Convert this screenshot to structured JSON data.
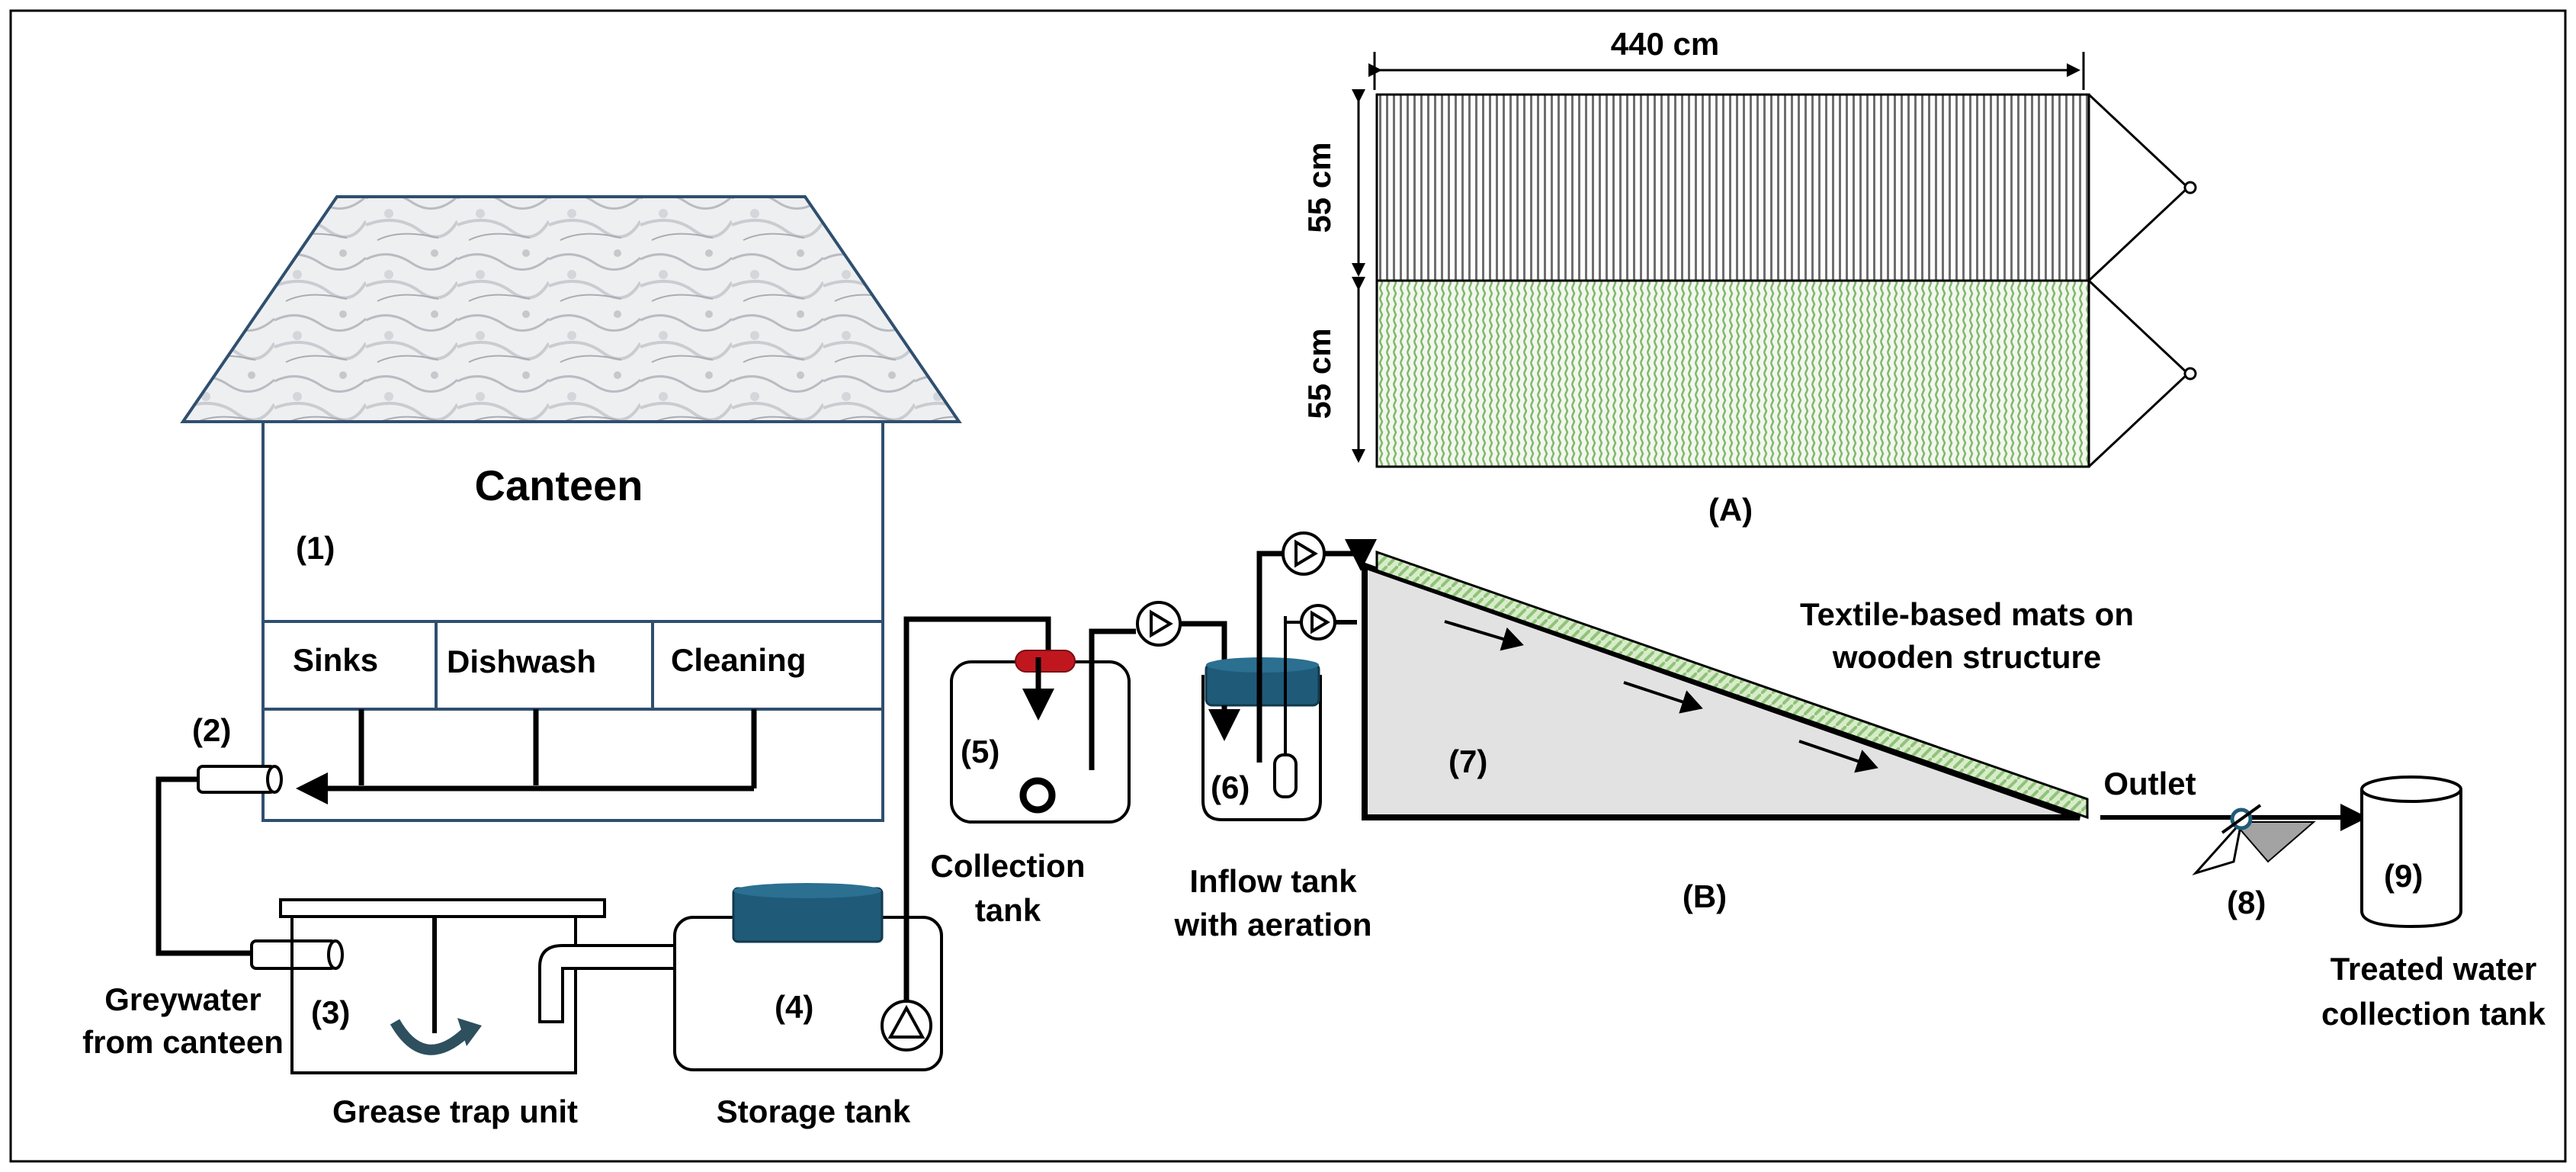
{
  "colors": {
    "pipe": "#000000",
    "building_outline": "#2f4f6f",
    "tank_lid": "#1f5a78",
    "valve_red": "#c0171f",
    "mat_green": "#8fc37a",
    "bed_fill": "#e2e2e2"
  },
  "canteen": {
    "title": "Canteen",
    "number": "(1)",
    "units": [
      "Sinks",
      "Dishwash",
      "Cleaning"
    ]
  },
  "labels": {
    "n2": "(2)",
    "greywater_1": "Greywater",
    "greywater_2": "from canteen",
    "n3": "(3)",
    "grease_trap": "Grease trap unit",
    "n4": "(4)",
    "storage": "Storage tank",
    "n5": "(5)",
    "collection_1": "Collection",
    "collection_2": "tank",
    "n6": "(6)",
    "inflow_1": "Inflow tank",
    "inflow_2": "with aeration",
    "n7": "(7)",
    "mats_1": "Textile-based mats on",
    "mats_2": "wooden structure",
    "outlet": "Outlet",
    "n8": "(8)",
    "n9": "(9)",
    "treated_1": "Treated water",
    "treated_2": "collection tank",
    "fig_a": "(A)",
    "fig_b": "(B)"
  },
  "mat_panel": {
    "width_label": "440 cm",
    "height_label_top": "55 cm",
    "height_label_bottom": "55 cm"
  },
  "icons": [
    "pump-icon",
    "valve-icon",
    "tank-outlet-icon",
    "flow-arrow-icon"
  ]
}
